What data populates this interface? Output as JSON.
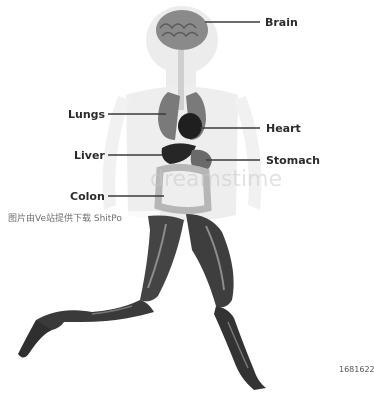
{
  "labels": {
    "brain": "Brain",
    "lungs": "Lungs",
    "heart": "Heart",
    "liver": "Liver",
    "stomach": "Stomach",
    "colon": "Colon"
  },
  "watermark": {
    "stock_text": "dreamstime",
    "strip_text": "图片由Ve站提供下载 ShitPo"
  },
  "image_id": "1681622",
  "colors": {
    "organ_dark": "#1f1f1f",
    "organ_mid": "#6a6a6a",
    "body_ghost": "#e9e9e9",
    "muscle": "#3b3b3b"
  },
  "icons": [
    "runner-silhouette",
    "brain-icon",
    "lungs-icon",
    "heart-icon",
    "liver-icon",
    "stomach-icon",
    "colon-icon"
  ]
}
